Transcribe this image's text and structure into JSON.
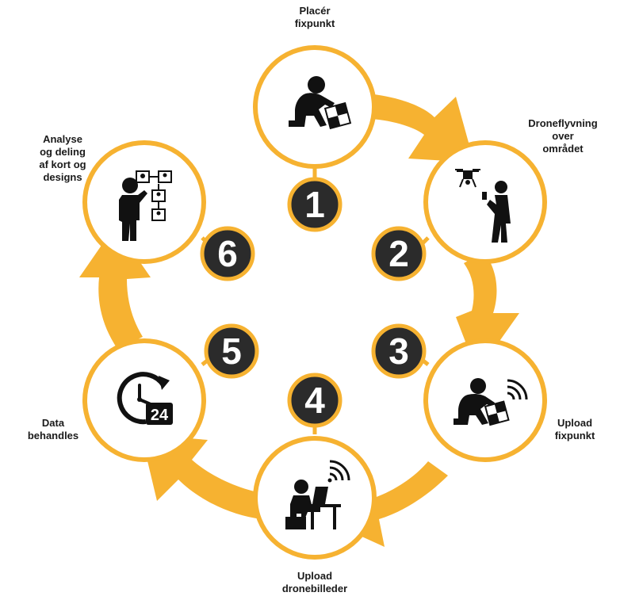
{
  "stages": [
    {
      "number": "1",
      "label_lines": [
        "Placér",
        "fixpunkt"
      ],
      "icon": "person-kneeling-placing-marker-icon"
    },
    {
      "number": "2",
      "label_lines": [
        "Droneflyvning",
        "over",
        "området"
      ],
      "icon": "person-flying-drone-icon"
    },
    {
      "number": "3",
      "label_lines": [
        "Upload",
        "fixpunkt"
      ],
      "icon": "person-uploading-marker-wireless-icon"
    },
    {
      "number": "4",
      "label_lines": [
        "Upload",
        "dronebilleder"
      ],
      "icon": "person-at-laptop-wireless-icon"
    },
    {
      "number": "5",
      "label_lines": [
        "Data",
        "behandles"
      ],
      "icon": "clock-24-hours-icon"
    },
    {
      "number": "6",
      "label_lines": [
        "Analyse",
        "og deling",
        "af kort og",
        "designs"
      ],
      "icon": "person-presenting-flowchart-icon"
    }
  ],
  "colors": {
    "arrow": "#f6b231",
    "ring": "#f6b231",
    "badge": "#2b2b2b",
    "icon": "#111111",
    "label": "#1a1a1a"
  }
}
